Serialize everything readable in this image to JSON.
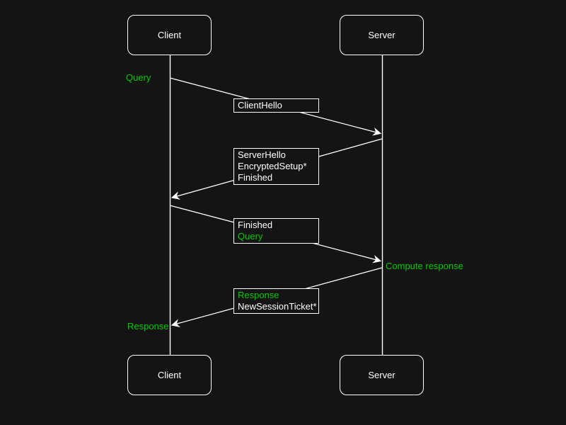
{
  "colors": {
    "background": "#141414",
    "foreground": "#ffffff",
    "accent_green": "#00cc00"
  },
  "actors": {
    "client": "Client",
    "server": "Server"
  },
  "messages": {
    "client_hello": {
      "line1": "ClientHello"
    },
    "server_hello": {
      "line1": "ServerHello",
      "line2": "EncryptedSetup*",
      "line3": "Finished"
    },
    "finished_query": {
      "line1": "Finished",
      "line2": "Query"
    },
    "response_ticket": {
      "line1": "Response",
      "line2": "NewSessionTicket*"
    }
  },
  "annotations": {
    "query": "Query",
    "compute_response": "Compute response",
    "response": "Response"
  }
}
